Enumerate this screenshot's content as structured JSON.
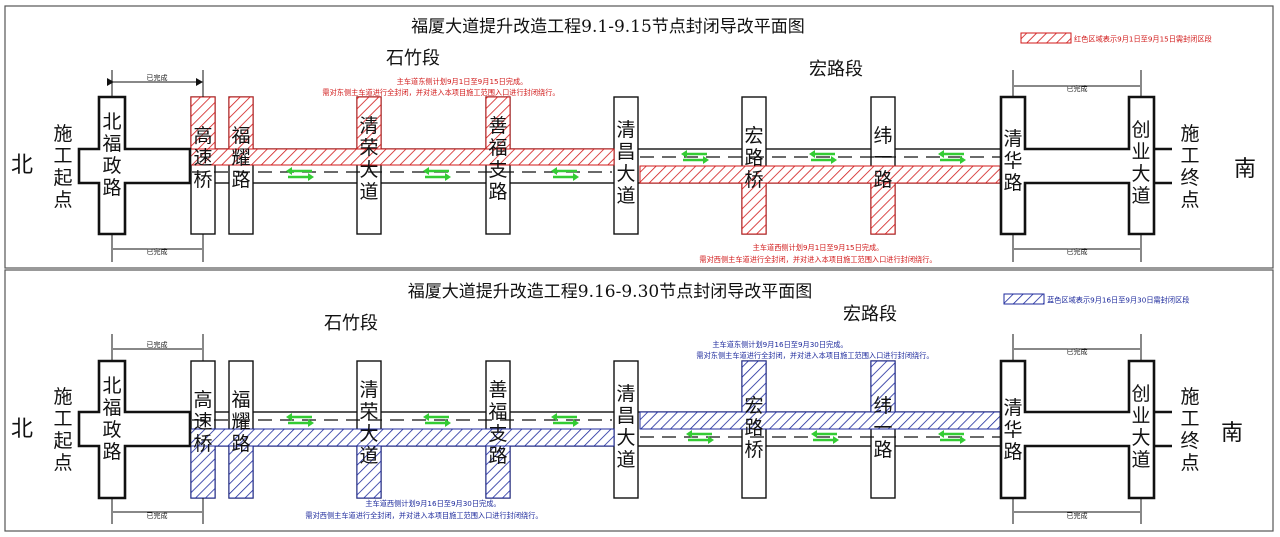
{
  "colors": {
    "red": "#d11a1a",
    "blue": "#1d2a9c",
    "arrow": "#33cc33",
    "line": "#111111"
  },
  "panels": [
    {
      "title": "福厦大道提升改造工程9.1-9.15节点封闭导改平面图",
      "legend": "红色区域表示9月1日至9月15日需封闭区段",
      "north": "北",
      "south": "南",
      "start_label": "施工起点",
      "end_label": "施工终点",
      "segment_left": "石竹段",
      "segment_right": "宏路段",
      "done_top_left": "已完成",
      "done_bottom_left": "已完成",
      "done_top_right": "已完成",
      "done_bottom_right": "已完成",
      "roads": [
        "北福政路",
        "高速桥",
        "福耀路",
        "清荣大道",
        "善福支路",
        "清昌大道",
        "宏路桥",
        "纬一路",
        "清华路",
        "创业大道"
      ],
      "note_a_line1": "主车道东侧计划9月1日至9月15日完成。",
      "note_a_line2": "需对东侧主车道进行全封闭，并对进入本项目施工范围入口进行封闭绕行。",
      "note_b_line1": "主车道西侧计划9月1日至9月15日完成。",
      "note_b_line2": "需对西侧主车道进行全封闭，并对进入本项目施工范围入口进行封闭绕行。"
    },
    {
      "title": "福厦大道提升改造工程9.16-9.30节点封闭导改平面图",
      "legend": "蓝色区域表示9月16日至9月30日需封闭区段",
      "north": "北",
      "south": "南",
      "start_label": "施工起点",
      "end_label": "施工终点",
      "segment_left": "石竹段",
      "segment_right": "宏路段",
      "done_top_left": "已完成",
      "done_bottom_left": "已完成",
      "done_top_right": "已完成",
      "done_bottom_right": "已完成",
      "roads": [
        "北福政路",
        "高速桥",
        "福耀路",
        "清荣大道",
        "善福支路",
        "清昌大道",
        "宏路桥",
        "纬一路",
        "清华路",
        "创业大道"
      ],
      "note_a_line1": "主车道东侧计划9月16日至9月30日完成。",
      "note_a_line2": "需对东侧主车道进行全封闭，并对进入本项目施工范围入口进行封闭绕行。",
      "note_b_line1": "主车道西侧计划9月16日至9月30日完成。",
      "note_b_line2": "需对西侧主车道进行全封闭，并对进入本项目施工范围入口进行封闭绕行。"
    }
  ]
}
